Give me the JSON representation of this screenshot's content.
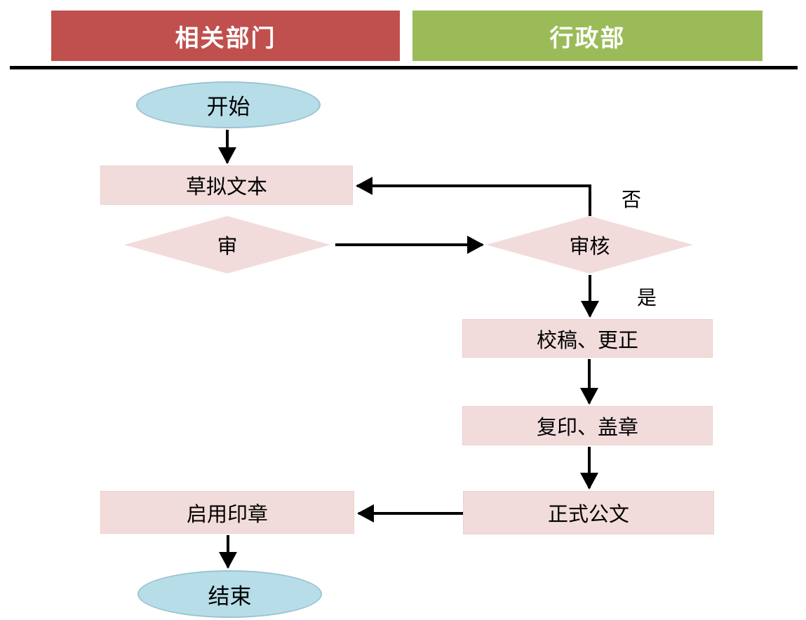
{
  "header": {
    "left_label": "相关部门",
    "right_label": "行政部",
    "left_color": "#c0504d",
    "right_color": "#9bbb59"
  },
  "flowchart": {
    "nodes": {
      "start": {
        "label": "开始",
        "type": "terminator"
      },
      "draft": {
        "label": "草拟文本",
        "type": "process"
      },
      "review": {
        "label": "审",
        "type": "decision"
      },
      "audit": {
        "label": "审核",
        "type": "decision"
      },
      "proofread": {
        "label": "校稿、更正",
        "type": "process"
      },
      "copy_stamp": {
        "label": "复印、盖章",
        "type": "process"
      },
      "official": {
        "label": "正式公文",
        "type": "process"
      },
      "use_seal": {
        "label": "启用印章",
        "type": "process"
      },
      "end": {
        "label": "结束",
        "type": "terminator"
      }
    },
    "edge_labels": {
      "no": "否",
      "yes": "是"
    },
    "colors": {
      "process_fill": "#f2dcdb",
      "terminator_fill": "#b7dee8",
      "terminator_border": "#9cc3d2",
      "connector": "#000000"
    }
  }
}
